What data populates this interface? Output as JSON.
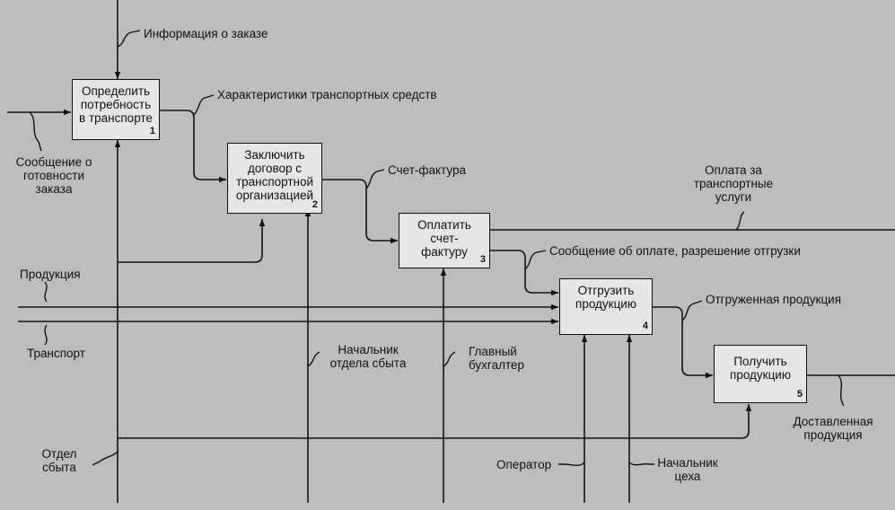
{
  "colors": {
    "background": "#bdbdbd",
    "box": "#e6e6e6",
    "ink": "#111111"
  },
  "functions": [
    {
      "title": "Определить потребность в транспорте",
      "number": "1"
    },
    {
      "title": "Заключить договор с транспортной организацией",
      "number": "2"
    },
    {
      "title": "Оплатить счет-фактуру",
      "number": "3"
    },
    {
      "title": "Отгрузить продукцию",
      "number": "4"
    },
    {
      "title": "Получить продукцию",
      "number": "5"
    }
  ],
  "arrows": {
    "order_info": "Информация о заказе",
    "vehicle_specs": "Характеристики транспортных средств",
    "order_ready_msg": "Сообщение о готовности заказа",
    "invoice": "Счет-фактура",
    "transport_payment": "Оплата за транспортные услуги",
    "payment_msg": "Сообщение об оплате, разрешение отгрузки",
    "product": "Продукция",
    "transport": "Транспорт",
    "shipped_product": "Отгруженная продукция",
    "sales_head": "Начальник отдела сбыта",
    "chief_accountant": "Главный бухгалтер",
    "delivered_product": "Доставленная продукция",
    "sales_dept": "Отдел сбыта",
    "operator": "Оператор",
    "shop_head": "Начальник цеха"
  }
}
